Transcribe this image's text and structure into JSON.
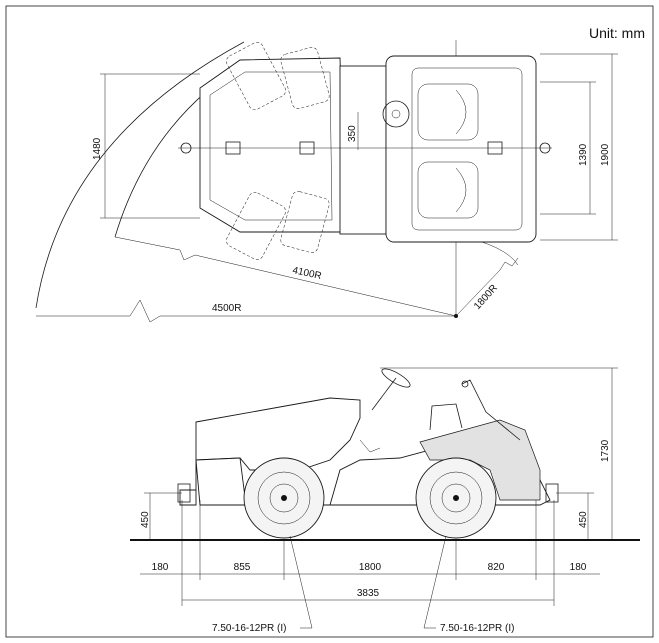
{
  "unit_label": "Unit: mm",
  "top_view": {
    "dims": {
      "width_1480": "1480",
      "cab_350": "350",
      "track_1390": "1390",
      "overall_width_1900": "1900",
      "turn_inner": "4100R",
      "turn_outer": "4500R",
      "turn_small": "1800R"
    }
  },
  "side_view": {
    "dims": {
      "height_1730": "1730",
      "hitch_front_450": "450",
      "hitch_rear_450": "450",
      "front_overhang_180": "180",
      "front_855": "855",
      "wheelbase_1800": "1800",
      "rear_820": "820",
      "rear_overhang_180": "180",
      "overall_length_3835": "3835"
    },
    "tire_front": "7.50-16-12PR (I)",
    "tire_rear": "7.50-16-12PR (I)"
  }
}
